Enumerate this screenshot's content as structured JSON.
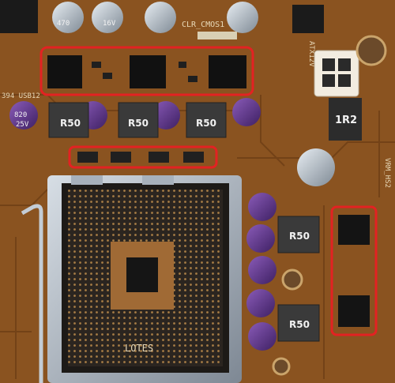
{
  "photo": {
    "subject": "motherboard",
    "colors": {
      "pcb": "#8a5320",
      "pcb_dark": "#5e3512",
      "highlight": "#e32222",
      "socket_metal": "#b9c4cf",
      "cap_purple": "#6a3a9a",
      "cap_silver": "#c9d3dc"
    }
  },
  "silkscreen": {
    "clr_cmos": "CLR_CMOS1",
    "usb": "394 USB12",
    "vrm": "VRM_HS2",
    "atx": "ATX12V"
  },
  "inductor_labels": {
    "r50": "R50",
    "r12": "1R2"
  },
  "capacitor_labels": {
    "purple": "820",
    "purple_volt": "25V",
    "top": "470",
    "top_volt": "16V"
  },
  "socket_lever_text": "LOTES",
  "highlight_groups": [
    "top-mosfet-group",
    "middle-mosfet-group",
    "right-ic-group"
  ]
}
